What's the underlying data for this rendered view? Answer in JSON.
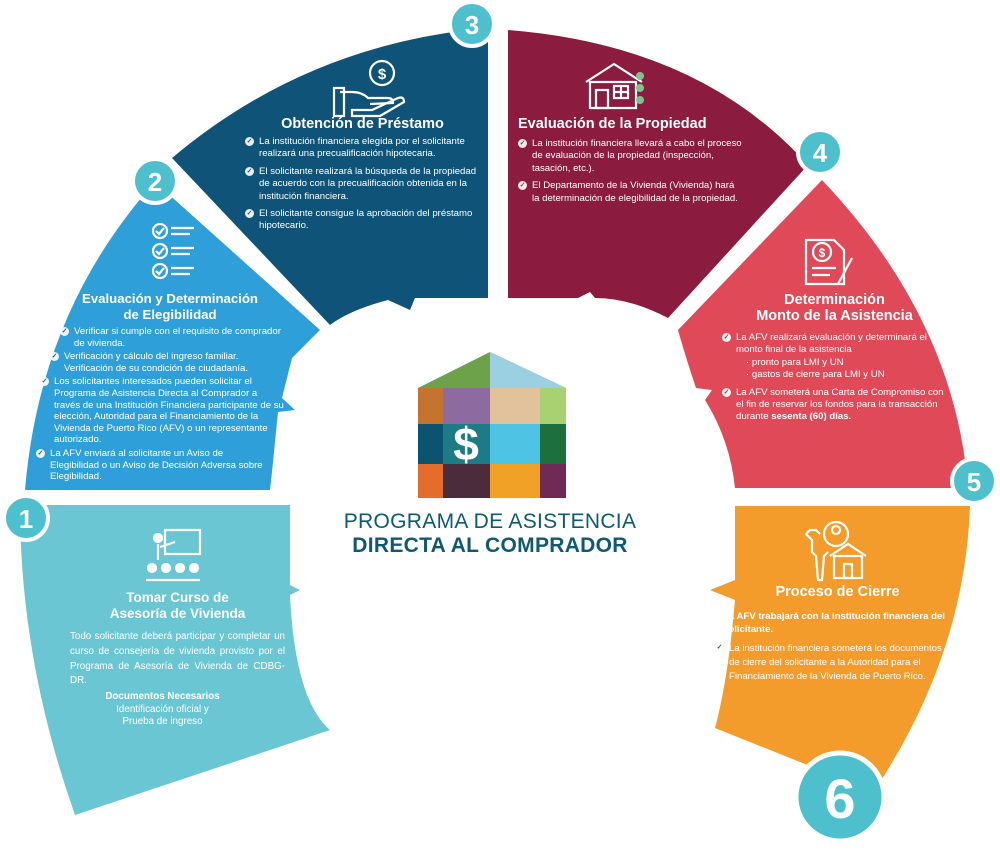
{
  "colors": {
    "step1": "#6ac6d3",
    "step2": "#2e9fd8",
    "step3": "#0f5378",
    "step4": "#8b1b3f",
    "step5": "#e04a58",
    "step6": "#f39b2b",
    "badge": "#4dbfcd",
    "center_title": "#0f5a72"
  },
  "center": {
    "title_line1": "PROGRAMA DE ASISTENCIA",
    "title_line2": "DIRECTA AL COMPRADOR",
    "logo_symbol": "$"
  },
  "steps": [
    {
      "number": "1",
      "icon": "presentation-icon",
      "title_line1": "Tomar Curso de",
      "title_line2": "Asesoría de Vivienda",
      "body": "Todo solicitante deberá participar y completar un curso de consejería de vivienda provisto por el Programa de Asesoría de Vivienda de CDBG-DR.",
      "docs_title": "Documentos Necesarios",
      "docs_line1": "Identificación oficial y",
      "docs_line2": "Prueba de ingreso"
    },
    {
      "number": "2",
      "icon": "checklist-icon",
      "title_line1": "Evaluación y Determinación",
      "title_line2": "de Elegibilidad",
      "points": [
        "Verificar si cumple con el requisito de comprador de vivienda.",
        "Verificación y cálculo del ingreso familiar. Verificación de su condición de ciudadanía.",
        "Los solicitantes interesados pueden solicitar el Programa de Asistencia Directa al Comprador a través de una Institución Financiera participante de su elección, Autoridad para el Financiamiento de la Vivienda de Puerto Rico (AFV) o un representante autorizado.",
        "La AFV enviará al solicitante un Aviso de Elegibilidad o un Aviso de Decisión Adversa sobre Elegibilidad."
      ]
    },
    {
      "number": "3",
      "icon": "money-hand-icon",
      "title": "Obtención de Préstamo",
      "points": [
        "La institución financiera elegida por el solicitante realizará una precualificación hipotecaria.",
        "El solicitante realizará la búsqueda de la propiedad de acuerdo con la precualificación obtenida en la institución financiera.",
        "El solicitante consigue la aprobación del préstamo hipotecario."
      ]
    },
    {
      "number": "4",
      "icon": "house-check-icon",
      "title": "Evaluación de la Propiedad",
      "points": [
        "La institución financiera llevará a cabo el proceso de evaluación de la propiedad (inspección, tasación, etc.).",
        "El Departamento de la Vivienda (Vivienda) hará la determinación de elegibilidad de la propiedad."
      ]
    },
    {
      "number": "5",
      "icon": "document-dollar-icon",
      "title_line1": "Determinación",
      "title_line2": "Monto de la Asistencia",
      "point1": "La AFV realizará evaluación y determinará el monto final de la asistencia",
      "sub1": "· pronto para LMI y UN",
      "sub2": "· gastos de cierre para LMI y UN",
      "point2": "La AFV someterá una Carta de Compromiso con el fin de reservar los fondos para la transacción durante",
      "point2_bold": "sesenta (60) días."
    },
    {
      "number": "6",
      "icon": "key-house-icon",
      "title": "Proceso de Cierre",
      "lead": "La AFV trabajará con la institución financiera del solicitante.",
      "point": "La institución financiera someterá los documentos de cierre del solicitante a la Autoridad para el Financiamiento de la Vivienda de Puerto Rico."
    }
  ]
}
